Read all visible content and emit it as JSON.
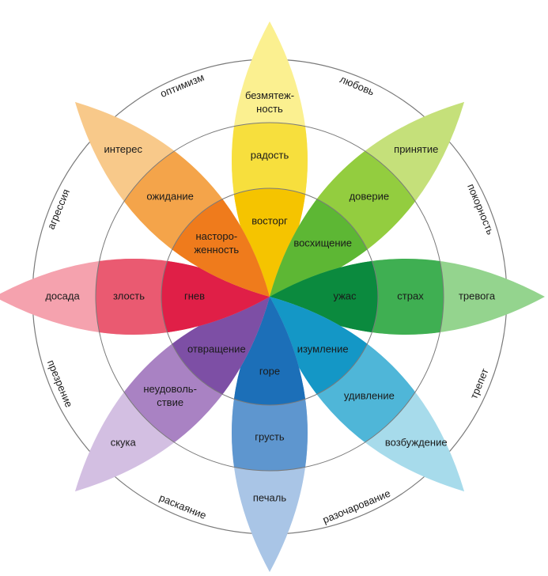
{
  "petals": [
    {
      "id": "joy",
      "colors": {
        "inner": "#f5c400",
        "mid": "#f7df3d",
        "outer": "#fbf090"
      },
      "labels": {
        "inner": "восторг",
        "mid": "радость",
        "outer": [
          "безмятеж-",
          "ность"
        ]
      }
    },
    {
      "id": "trust",
      "colors": {
        "inner": "#5db734",
        "mid": "#93cd3f",
        "outer": "#c5e07a"
      },
      "labels": {
        "inner": "восхищение",
        "mid": "доверие",
        "outer": [
          "принятие"
        ]
      }
    },
    {
      "id": "fear",
      "colors": {
        "inner": "#0b8a3e",
        "mid": "#3faf52",
        "outer": "#94d48e"
      },
      "labels": {
        "inner": "ужас",
        "mid": "страх",
        "outer": [
          "тревога"
        ]
      }
    },
    {
      "id": "surprise",
      "colors": {
        "inner": "#1497c6",
        "mid": "#4fb6d8",
        "outer": "#a7dbeb"
      },
      "labels": {
        "inner": "изумление",
        "mid": "удивление",
        "outer": [
          "возбуждение"
        ]
      }
    },
    {
      "id": "sadness",
      "colors": {
        "inner": "#1c6fb8",
        "mid": "#5e96cf",
        "outer": "#a9c5e6"
      },
      "labels": {
        "inner": "горе",
        "mid": "грусть",
        "outer": [
          "печаль"
        ]
      }
    },
    {
      "id": "disgust",
      "colors": {
        "inner": "#7d4fa5",
        "mid": "#a982c3",
        "outer": "#d3bfe2"
      },
      "labels": {
        "inner": "отвращение",
        "mid": [
          "неудоволь-",
          "ствие"
        ],
        "outer": [
          "скука"
        ]
      }
    },
    {
      "id": "anger",
      "colors": {
        "inner": "#e01f47",
        "mid": "#ea5a71",
        "outer": "#f5a2ae"
      },
      "labels": {
        "inner": "гнев",
        "mid": "злость",
        "outer": [
          "досада"
        ]
      }
    },
    {
      "id": "anticipation",
      "colors": {
        "inner": "#ef7b1c",
        "mid": "#f4a44a",
        "outer": "#f8c98a"
      },
      "labels": {
        "inner": [
          "насторо-",
          "женность"
        ],
        "mid": "ожидание",
        "outer": [
          "интерес"
        ]
      }
    }
  ],
  "between_labels": [
    {
      "id": "love",
      "text": "любовь"
    },
    {
      "id": "submission",
      "text": "покорность"
    },
    {
      "id": "awe",
      "text": "трепет"
    },
    {
      "id": "disapproval",
      "text": "разочарование"
    },
    {
      "id": "remorse",
      "text": "раскаяние"
    },
    {
      "id": "contempt",
      "text": "презрение"
    },
    {
      "id": "aggressiveness",
      "text": "агрессия"
    },
    {
      "id": "optimism",
      "text": "оптимизм"
    }
  ],
  "ring_color": "#7a7a7a"
}
